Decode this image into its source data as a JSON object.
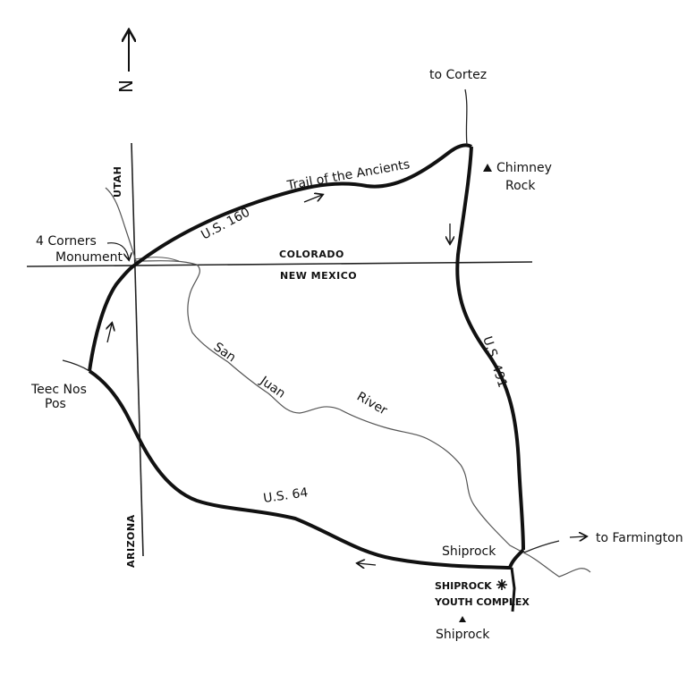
{
  "colors": {
    "ink": "#111111",
    "river": "#555555",
    "background": "#ffffff"
  },
  "north": {
    "label": "N",
    "icon": "north-arrow-icon"
  },
  "states": {
    "utah": "UTAH",
    "colorado": "COLORADO",
    "new_mexico": "NEW MEXICO",
    "arizona": "ARIZONA"
  },
  "places": {
    "to_cortez": "to Cortez",
    "chimney_rock": "Chimney Rock",
    "four_corners_line1": "4 Corners",
    "four_corners_line2": "Monument",
    "teec_nos_pos_line1": "Teec Nos",
    "teec_nos_pos_line2": "Pos",
    "shiprock_town": "Shiprock",
    "to_farmington": "to Farmington",
    "youth_complex_line1": "SHIPROCK",
    "youth_complex_line2": "YOUTH COMPLEX",
    "shiprock_peak": "Shiprock"
  },
  "roads": {
    "us160": "U.S. 160",
    "trail": "Trail of the Ancients",
    "us491": "U.S. 491",
    "us64": "U.S. 64"
  },
  "river": {
    "word1": "San",
    "word2": "Juan",
    "word3": "River"
  }
}
